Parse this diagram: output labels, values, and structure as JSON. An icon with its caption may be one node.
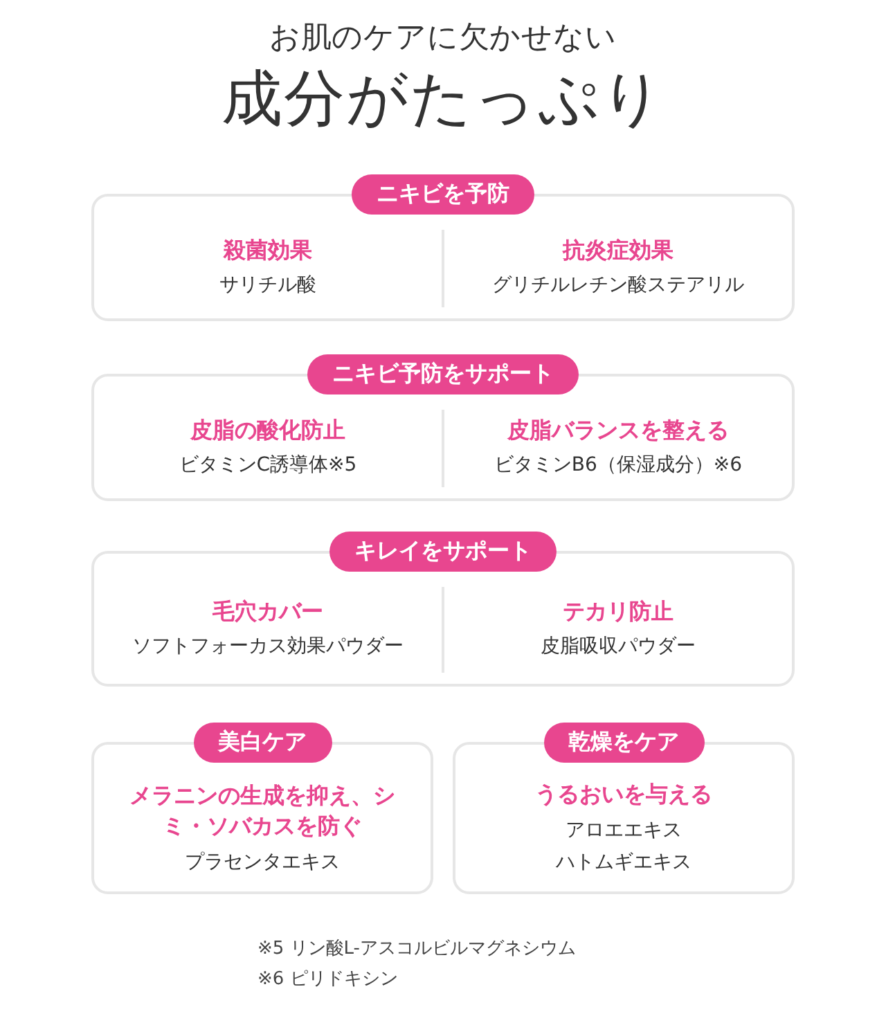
{
  "diagram": {
    "title": "成分がたっぷり",
    "nodes": [
      {
        "text": [
          "ニキビを予防",
          "殺菌効果",
          "サリチル酸",
          "抗炎症効果",
          "グリチルレチン酸ステアリル"
        ]
      },
      {
        "text": [
          "ニキビ予防をサポート",
          "皮脂の酸化防止",
          "ビタミンC誘導体※5",
          "皮脂バランスを整える",
          "ビタミンB6（保湿成分）※6"
        ]
      },
      {
        "text": [
          "キレイをサポート",
          "毛穴カバー",
          "ソフトフォーカス効果パウダー",
          "テカリ防止",
          "皮脂吸収パウダー"
        ]
      },
      {
        "text": [
          "美白ケア",
          "メラニンの生成を抑え、シミ・ソバカスを防ぐ",
          "プラセンタエキス"
        ]
      },
      {
        "text": [
          "乾燥をケア",
          "うるおいを与える",
          "アロエエキス",
          "ハトムギエキス"
        ]
      }
    ],
    "labels": [
      "お肌のケアに欠かせない",
      "※5 リン酸L-アスコルビルマグネシウム",
      "※6 ピリドキシン"
    ]
  }
}
